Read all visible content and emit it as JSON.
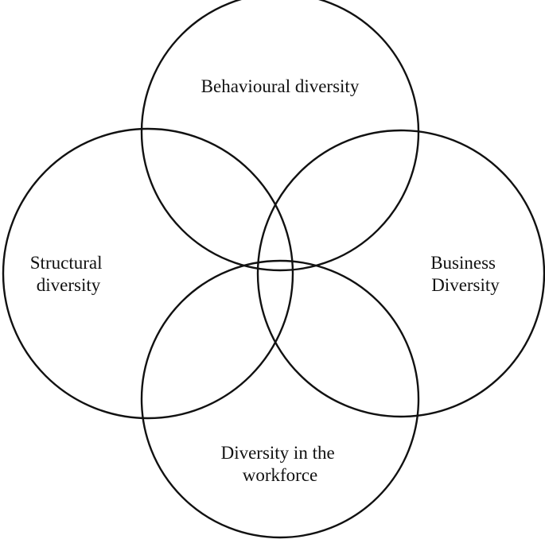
{
  "diagram": {
    "type": "venn",
    "line_color": "#111111",
    "background": "#ffffff",
    "sets": [
      {
        "id": "behavioural",
        "label_lines": [
          "Behavioural diversity"
        ]
      },
      {
        "id": "structural",
        "label_lines": [
          "Structural",
          "diversity"
        ]
      },
      {
        "id": "business",
        "label_lines": [
          "Business",
          "Diversity"
        ]
      },
      {
        "id": "workforce",
        "label_lines": [
          "Diversity in the",
          "workforce"
        ]
      }
    ]
  }
}
